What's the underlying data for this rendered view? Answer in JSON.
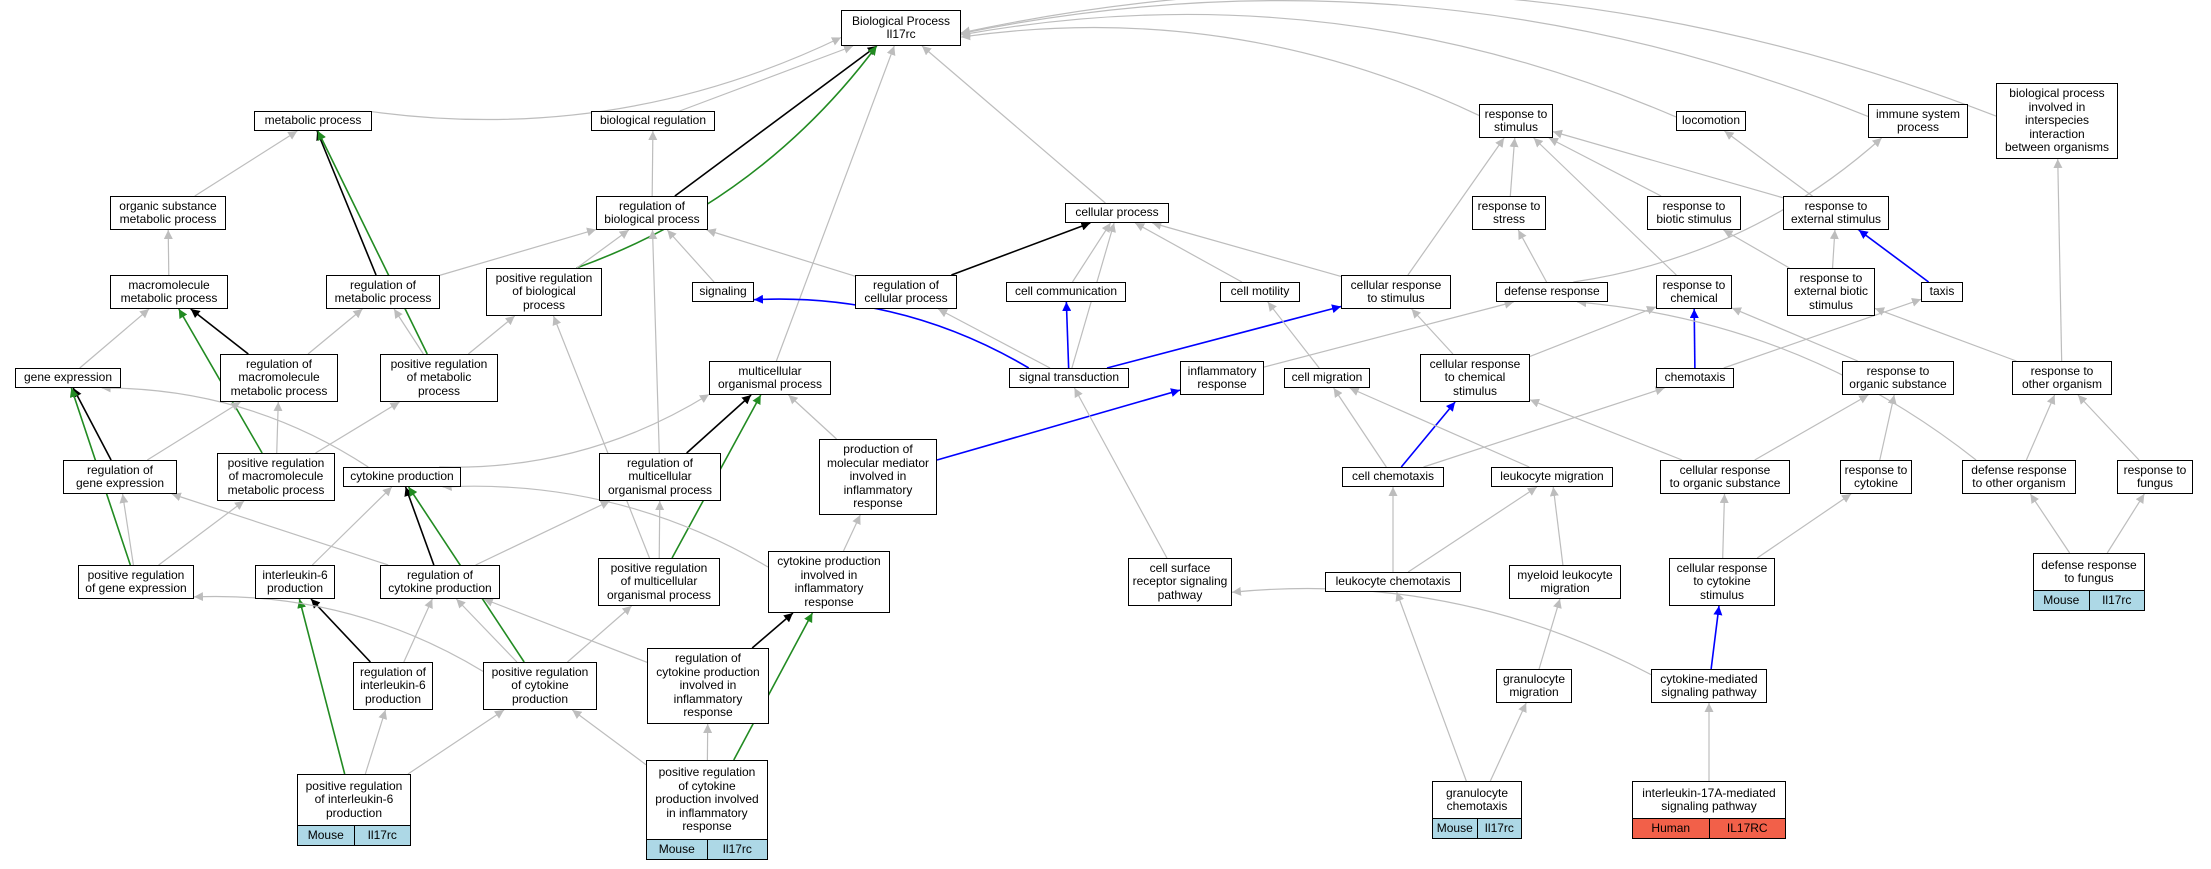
{
  "colors": {
    "positive": "#228b22",
    "part_of": "#000000",
    "regulates": "#0000ff",
    "is_a": "#bdbdbd",
    "mouse": "#add8e6",
    "human": "#f26049"
  },
  "nodes": {
    "bp": {
      "label": "Biological Process\nIl17rc"
    },
    "metabolic_process": {
      "label": "metabolic process"
    },
    "biological_regulation": {
      "label": "biological regulation"
    },
    "response_to_stimulus": {
      "label": "response to\nstimulus"
    },
    "locomotion": {
      "label": "locomotion"
    },
    "immune_system_process": {
      "label": "immune system\nprocess"
    },
    "bp_interspecies": {
      "label": "biological process\ninvolved in\ninterspecies\ninteraction\nbetween organisms"
    },
    "organic_substance_metabolic": {
      "label": "organic substance\nmetabolic process"
    },
    "regulation_of_biological_process": {
      "label": "regulation of\nbiological process"
    },
    "cellular_process": {
      "label": "cellular process"
    },
    "response_to_stress": {
      "label": "response to\nstress"
    },
    "response_to_biotic_stimulus": {
      "label": "response to\nbiotic stimulus"
    },
    "response_to_external_stimulus": {
      "label": "response to\nexternal stimulus"
    },
    "macromolecule_metabolic": {
      "label": "macromolecule\nmetabolic process"
    },
    "regulation_of_metabolic": {
      "label": "regulation of\nmetabolic process"
    },
    "pos_reg_biological": {
      "label": "positive regulation\nof biological\nprocess"
    },
    "signaling": {
      "label": "signaling"
    },
    "regulation_of_cellular": {
      "label": "regulation of\ncellular process"
    },
    "cell_communication": {
      "label": "cell communication"
    },
    "cell_motility": {
      "label": "cell motility"
    },
    "cellular_response_to_stimulus": {
      "label": "cellular response\nto stimulus"
    },
    "defense_response": {
      "label": "defense response"
    },
    "response_to_chemical": {
      "label": "response to\nchemical"
    },
    "response_to_external_biotic": {
      "label": "response to\nexternal biotic\nstimulus"
    },
    "taxis": {
      "label": "taxis"
    },
    "gene_expression": {
      "label": "gene expression"
    },
    "regulation_of_macromolecule_metabolic": {
      "label": "regulation of\nmacromolecule\nmetabolic process"
    },
    "pos_reg_metabolic": {
      "label": "positive regulation\nof metabolic\nprocess"
    },
    "multicellular_organismal": {
      "label": "multicellular\norganismal process"
    },
    "signal_transduction": {
      "label": "signal transduction"
    },
    "inflammatory_response": {
      "label": "inflammatory\nresponse"
    },
    "cell_migration": {
      "label": "cell migration"
    },
    "cellular_response_to_chemical": {
      "label": "cellular response\nto chemical\nstimulus"
    },
    "chemotaxis": {
      "label": "chemotaxis"
    },
    "response_to_organic_substance": {
      "label": "response to\norganic substance"
    },
    "response_to_other_organism": {
      "label": "response to\nother organism"
    },
    "regulation_of_gene_expression": {
      "label": "regulation of\ngene expression"
    },
    "pos_reg_macromolecule_metabolic": {
      "label": "positive regulation\nof macromolecule\nmetabolic process"
    },
    "cytokine_production": {
      "label": "cytokine production"
    },
    "regulation_of_multicellular": {
      "label": "regulation of\nmulticellular\norganismal process"
    },
    "production_molecular_mediator": {
      "label": "production of\nmolecular mediator\ninvolved in\ninflammatory\nresponse"
    },
    "cell_chemotaxis": {
      "label": "cell chemotaxis"
    },
    "leukocyte_migration": {
      "label": "leukocyte migration"
    },
    "cellular_response_to_organic": {
      "label": "cellular response\nto organic substance"
    },
    "response_to_cytokine": {
      "label": "response to\ncytokine"
    },
    "defense_response_to_other": {
      "label": "defense response\nto other organism"
    },
    "response_to_fungus": {
      "label": "response to\nfungus"
    },
    "pos_reg_gene_expression": {
      "label": "positive regulation\nof gene expression"
    },
    "il6_production": {
      "label": "interleukin-6\nproduction"
    },
    "regulation_of_cytokine_production": {
      "label": "regulation of\ncytokine production"
    },
    "pos_reg_multicellular": {
      "label": "positive regulation\nof multicellular\norganismal process"
    },
    "cytokine_production_inflammatory": {
      "label": "cytokine production\ninvolved in\ninflammatory\nresponse"
    },
    "cell_surface_receptor": {
      "label": "cell surface\nreceptor signaling\npathway"
    },
    "leukocyte_chemotaxis": {
      "label": "leukocyte chemotaxis"
    },
    "myeloid_leukocyte_migration": {
      "label": "myeloid leukocyte\nmigration"
    },
    "cellular_response_to_cytokine": {
      "label": "cellular response\nto cytokine\nstimulus"
    },
    "defense_response_to_fungus": {
      "label": "defense response\nto fungus",
      "tags": [
        "Mouse",
        "Il17rc"
      ]
    },
    "regulation_of_il6": {
      "label": "regulation of\ninterleukin-6\nproduction"
    },
    "pos_reg_cytokine_production": {
      "label": "positive regulation\nof cytokine\nproduction"
    },
    "regulation_cytokine_inflammatory": {
      "label": "regulation of\ncytokine production\ninvolved in\ninflammatory\nresponse"
    },
    "granulocyte_migration": {
      "label": "granulocyte\nmigration"
    },
    "cytokine_mediated_signaling": {
      "label": "cytokine-mediated\nsignaling pathway"
    },
    "pos_reg_il6": {
      "label": "positive regulation\nof interleukin-6\nproduction",
      "tags": [
        "Mouse",
        "Il17rc"
      ]
    },
    "pos_reg_cytokine_inflammatory": {
      "label": "positive regulation\nof cytokine\nproduction involved\nin inflammatory\nresponse",
      "tags": [
        "Mouse",
        "Il17rc"
      ]
    },
    "granulocyte_chemotaxis": {
      "label": "granulocyte\nchemotaxis",
      "tags": [
        "Mouse",
        "Il17rc"
      ]
    },
    "il17a_signaling": {
      "label": "interleukin-17A-mediated\nsignaling pathway",
      "tags": [
        "Human",
        "IL17RC"
      ]
    }
  },
  "edges": [
    [
      "metabolic_process",
      "bp",
      "is_a"
    ],
    [
      "biological_regulation",
      "bp",
      "is_a"
    ],
    [
      "response_to_stimulus",
      "bp",
      "is_a"
    ],
    [
      "locomotion",
      "bp",
      "is_a"
    ],
    [
      "immune_system_process",
      "bp",
      "is_a"
    ],
    [
      "bp_interspecies",
      "bp",
      "is_a"
    ],
    [
      "cellular_process",
      "bp",
      "is_a"
    ],
    [
      "multicellular_organismal",
      "bp",
      "is_a"
    ],
    [
      "regulation_of_biological_process",
      "bp",
      "part_of"
    ],
    [
      "pos_reg_biological",
      "bp",
      "positive"
    ],
    [
      "organic_substance_metabolic",
      "metabolic_process",
      "is_a"
    ],
    [
      "regulation_of_metabolic",
      "metabolic_process",
      "part_of"
    ],
    [
      "pos_reg_metabolic",
      "metabolic_process",
      "positive"
    ],
    [
      "regulation_of_biological_process",
      "biological_regulation",
      "is_a"
    ],
    [
      "macromolecule_metabolic",
      "organic_substance_metabolic",
      "is_a"
    ],
    [
      "regulation_of_metabolic",
      "regulation_of_biological_process",
      "is_a"
    ],
    [
      "pos_reg_biological",
      "regulation_of_biological_process",
      "is_a"
    ],
    [
      "regulation_of_cellular",
      "regulation_of_biological_process",
      "is_a"
    ],
    [
      "regulation_of_multicellular",
      "regulation_of_biological_process",
      "is_a"
    ],
    [
      "signaling",
      "regulation_of_biological_process",
      "is_a"
    ],
    [
      "regulation_of_cellular",
      "cellular_process",
      "part_of"
    ],
    [
      "cell_communication",
      "cellular_process",
      "is_a"
    ],
    [
      "cell_motility",
      "cellular_process",
      "is_a"
    ],
    [
      "cellular_response_to_stimulus",
      "cellular_process",
      "is_a"
    ],
    [
      "signal_transduction",
      "cellular_process",
      "is_a"
    ],
    [
      "response_to_stress",
      "response_to_stimulus",
      "is_a"
    ],
    [
      "response_to_biotic_stimulus",
      "response_to_stimulus",
      "is_a"
    ],
    [
      "response_to_external_stimulus",
      "response_to_stimulus",
      "is_a"
    ],
    [
      "response_to_chemical",
      "response_to_stimulus",
      "is_a"
    ],
    [
      "cellular_response_to_stimulus",
      "response_to_stimulus",
      "is_a"
    ],
    [
      "taxis",
      "locomotion",
      "is_a"
    ],
    [
      "defense_response",
      "immune_system_process",
      "is_a"
    ],
    [
      "response_to_other_organism",
      "bp_interspecies",
      "is_a"
    ],
    [
      "gene_expression",
      "macromolecule_metabolic",
      "is_a"
    ],
    [
      "regulation_of_macromolecule_metabolic",
      "macromolecule_metabolic",
      "part_of"
    ],
    [
      "pos_reg_macromolecule_metabolic",
      "macromolecule_metabolic",
      "positive"
    ],
    [
      "regulation_of_macromolecule_metabolic",
      "regulation_of_metabolic",
      "is_a"
    ],
    [
      "pos_reg_metabolic",
      "regulation_of_metabolic",
      "is_a"
    ],
    [
      "pos_reg_metabolic",
      "pos_reg_biological",
      "is_a"
    ],
    [
      "signal_transduction",
      "signaling",
      "regulates"
    ],
    [
      "signal_transduction",
      "regulation_of_cellular",
      "is_a"
    ],
    [
      "signal_transduction",
      "cell_communication",
      "regulates"
    ],
    [
      "signal_transduction",
      "cellular_response_to_stimulus",
      "regulates"
    ],
    [
      "cell_migration",
      "cell_motility",
      "is_a"
    ],
    [
      "defense_response",
      "response_to_stress",
      "is_a"
    ],
    [
      "cellular_response_to_chemical",
      "cellular_response_to_stimulus",
      "is_a"
    ],
    [
      "chemotaxis",
      "response_to_chemical",
      "regulates"
    ],
    [
      "chemotaxis",
      "taxis",
      "is_a"
    ],
    [
      "response_to_external_biotic",
      "response_to_external_stimulus",
      "is_a"
    ],
    [
      "response_to_external_biotic",
      "response_to_biotic_stimulus",
      "is_a"
    ],
    [
      "taxis",
      "response_to_external_stimulus",
      "regulates"
    ],
    [
      "inflammatory_response",
      "defense_response",
      "is_a"
    ],
    [
      "response_to_other_organism",
      "response_to_external_biotic",
      "is_a"
    ],
    [
      "regulation_of_gene_expression",
      "gene_expression",
      "part_of"
    ],
    [
      "pos_reg_gene_expression",
      "gene_expression",
      "positive"
    ],
    [
      "regulation_of_gene_expression",
      "regulation_of_macromolecule_metabolic",
      "is_a"
    ],
    [
      "pos_reg_macromolecule_metabolic",
      "regulation_of_macromolecule_metabolic",
      "is_a"
    ],
    [
      "pos_reg_macromolecule_metabolic",
      "pos_reg_metabolic",
      "is_a"
    ],
    [
      "cytokine_production",
      "multicellular_organismal",
      "is_a"
    ],
    [
      "regulation_of_multicellular",
      "multicellular_organismal",
      "part_of"
    ],
    [
      "pos_reg_multicellular",
      "multicellular_organismal",
      "positive"
    ],
    [
      "production_molecular_mediator",
      "multicellular_organismal",
      "is_a"
    ],
    [
      "production_molecular_mediator",
      "inflammatory_response",
      "regulates"
    ],
    [
      "cell_chemotaxis",
      "cell_migration",
      "is_a"
    ],
    [
      "cell_chemotaxis",
      "cellular_response_to_chemical",
      "regulates"
    ],
    [
      "leukocyte_migration",
      "cell_migration",
      "is_a"
    ],
    [
      "cellular_response_to_chemical",
      "response_to_chemical",
      "is_a"
    ],
    [
      "response_to_organic_substance",
      "response_to_chemical",
      "is_a"
    ],
    [
      "cellular_response_to_organic",
      "cellular_response_to_chemical",
      "is_a"
    ],
    [
      "cellular_response_to_organic",
      "response_to_organic_substance",
      "is_a"
    ],
    [
      "response_to_cytokine",
      "response_to_organic_substance",
      "is_a"
    ],
    [
      "defense_response_to_other",
      "response_to_other_organism",
      "is_a"
    ],
    [
      "response_to_fungus",
      "response_to_other_organism",
      "is_a"
    ],
    [
      "cell_chemotaxis",
      "chemotaxis",
      "is_a"
    ],
    [
      "defense_response_to_other",
      "defense_response",
      "is_a"
    ],
    [
      "cytokine_production",
      "gene_expression",
      "is_a"
    ],
    [
      "pos_reg_gene_expression",
      "regulation_of_gene_expression",
      "is_a"
    ],
    [
      "pos_reg_gene_expression",
      "pos_reg_macromolecule_metabolic",
      "is_a"
    ],
    [
      "il6_production",
      "cytokine_production",
      "is_a"
    ],
    [
      "regulation_of_cytokine_production",
      "cytokine_production",
      "part_of"
    ],
    [
      "pos_reg_cytokine_production",
      "cytokine_production",
      "positive"
    ],
    [
      "regulation_of_cytokine_production",
      "regulation_of_multicellular",
      "is_a"
    ],
    [
      "regulation_of_cytokine_production",
      "regulation_of_gene_expression",
      "is_a"
    ],
    [
      "pos_reg_multicellular",
      "regulation_of_multicellular",
      "is_a"
    ],
    [
      "pos_reg_multicellular",
      "pos_reg_biological",
      "is_a"
    ],
    [
      "cytokine_production_inflammatory",
      "production_molecular_mediator",
      "is_a"
    ],
    [
      "cytokine_production_inflammatory",
      "cytokine_production",
      "is_a"
    ],
    [
      "cell_surface_receptor",
      "signal_transduction",
      "is_a"
    ],
    [
      "leukocyte_chemotaxis",
      "cell_chemotaxis",
      "is_a"
    ],
    [
      "leukocyte_chemotaxis",
      "leukocyte_migration",
      "is_a"
    ],
    [
      "myeloid_leukocyte_migration",
      "leukocyte_migration",
      "is_a"
    ],
    [
      "cellular_response_to_cytokine",
      "cellular_response_to_organic",
      "is_a"
    ],
    [
      "cellular_response_to_cytokine",
      "response_to_cytokine",
      "is_a"
    ],
    [
      "defense_response_to_fungus",
      "defense_response_to_other",
      "is_a"
    ],
    [
      "defense_response_to_fungus",
      "response_to_fungus",
      "is_a"
    ],
    [
      "regulation_of_il6",
      "il6_production",
      "part_of"
    ],
    [
      "pos_reg_il6",
      "il6_production",
      "positive"
    ],
    [
      "regulation_of_il6",
      "regulation_of_cytokine_production",
      "is_a"
    ],
    [
      "pos_reg_cytokine_production",
      "regulation_of_cytokine_production",
      "is_a"
    ],
    [
      "pos_reg_cytokine_production",
      "pos_reg_multicellular",
      "is_a"
    ],
    [
      "pos_reg_cytokine_production",
      "pos_reg_gene_expression",
      "is_a"
    ],
    [
      "regulation_cytokine_inflammatory",
      "cytokine_production_inflammatory",
      "part_of"
    ],
    [
      "pos_reg_cytokine_inflammatory",
      "cytokine_production_inflammatory",
      "positive"
    ],
    [
      "regulation_cytokine_inflammatory",
      "regulation_of_cytokine_production",
      "is_a"
    ],
    [
      "granulocyte_migration",
      "myeloid_leukocyte_migration",
      "is_a"
    ],
    [
      "cytokine_mediated_signaling",
      "cellular_response_to_cytokine",
      "regulates"
    ],
    [
      "cytokine_mediated_signaling",
      "cell_surface_receptor",
      "is_a"
    ],
    [
      "pos_reg_il6",
      "regulation_of_il6",
      "is_a"
    ],
    [
      "pos_reg_il6",
      "pos_reg_cytokine_production",
      "is_a"
    ],
    [
      "pos_reg_cytokine_inflammatory",
      "regulation_cytokine_inflammatory",
      "is_a"
    ],
    [
      "pos_reg_cytokine_inflammatory",
      "pos_reg_cytokine_production",
      "is_a"
    ],
    [
      "granulocyte_chemotaxis",
      "granulocyte_migration",
      "is_a"
    ],
    [
      "granulocyte_chemotaxis",
      "leukocyte_chemotaxis",
      "is_a"
    ],
    [
      "il17a_signaling",
      "cytokine_mediated_signaling",
      "is_a"
    ]
  ]
}
